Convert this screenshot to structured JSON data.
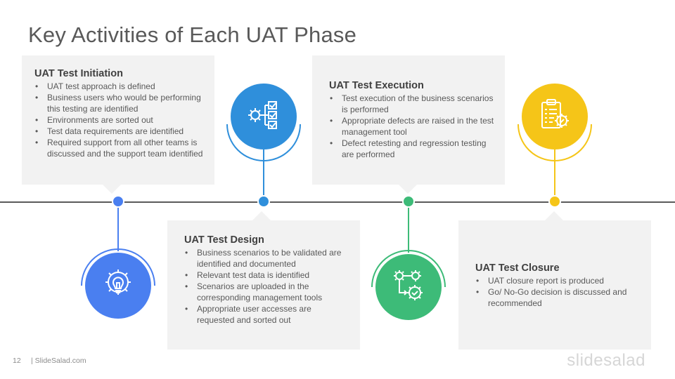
{
  "title": "Key Activities of Each UAT Phase",
  "phases": [
    {
      "heading": "UAT Test Initiation",
      "color": "#4a7ff0",
      "icon": "lightbulb-gear-icon",
      "bullets": [
        "UAT test approach  is defined",
        "Business users who would be performing  this testing are identified",
        "Environments are sorted out",
        "Test data requirements  are identified",
        "Required support  from all other teams is discussed and the support team identified"
      ]
    },
    {
      "heading": "UAT Test Design",
      "color": "#2f8fdb",
      "icon": "gear-checklist-icon",
      "bullets": [
        "Business scenarios  to be validated are identified and documented",
        "Relevant test data is identified",
        "Scenarios  are uploaded in the corresponding  management tools",
        "Appropriate  user accesses are requested and sorted out"
      ]
    },
    {
      "heading": "UAT Test Execution",
      "color": "#3dbb78",
      "icon": "gears-flow-icon",
      "bullets": [
        "Test execution of the business scenarios is performed",
        "Appropriate  defects are raised in the test management  tool",
        "Defect retesting and regression testing are performed"
      ]
    },
    {
      "heading": "UAT Test Closure",
      "color": "#f5c518",
      "icon": "clipboard-gear-icon",
      "bullets": [
        "UAT closure report is produced",
        "Go/ No-Go decision is discussed and recommended"
      ]
    }
  ],
  "footer": {
    "page_number": "12",
    "site": "| SlideSalad.com",
    "brand": "slidesalad"
  }
}
